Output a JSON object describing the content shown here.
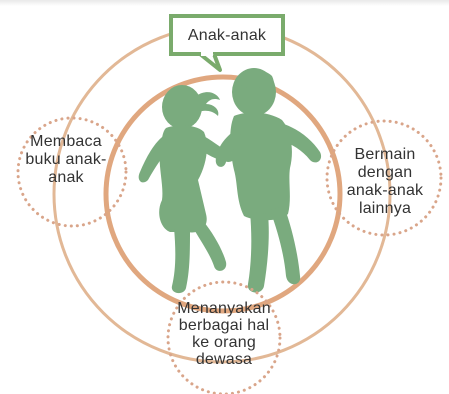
{
  "title": "Anak-anak",
  "bubbles": {
    "left": {
      "lines": [
        "Membaca",
        "buku anak-",
        "anak"
      ]
    },
    "right": {
      "lines": [
        "Bermain",
        "dengan",
        "anak-anak",
        "lainnya"
      ]
    },
    "bottom": {
      "lines": [
        "Menanyakan",
        "berbagai hal",
        "ke orang",
        "dewasa"
      ]
    }
  },
  "colors": {
    "ring": "#e2b896",
    "inner_ring": "#e0a77f",
    "title_box": "#7aab6c",
    "silhouette": "#7aab7e",
    "dots": "#d9a58a",
    "text": "#333333"
  },
  "icons": [
    "children-running-silhouette"
  ]
}
